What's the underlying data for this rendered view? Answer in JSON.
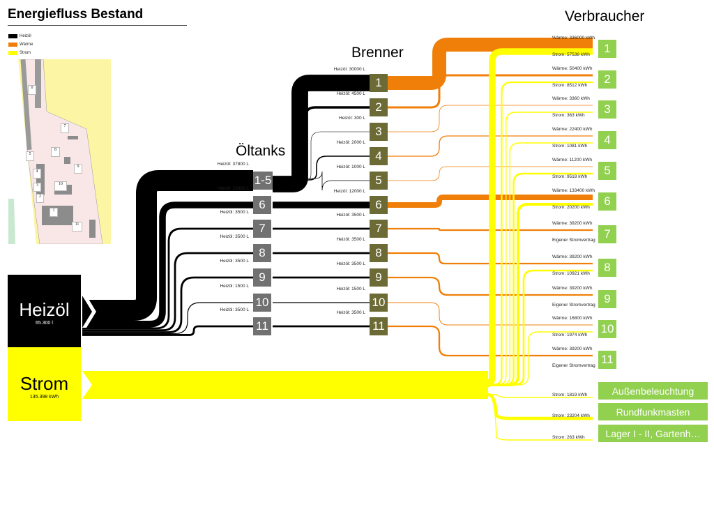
{
  "title": "Energiefluss Bestand",
  "legend": [
    {
      "label": "Heizöl",
      "color": "#000000"
    },
    {
      "label": "Wärme",
      "color": "#f07f09"
    },
    {
      "label": "Strom",
      "color": "#ffff00"
    }
  ],
  "colors": {
    "heizoel": "#000000",
    "waerme": "#f07f09",
    "strom": "#ffff00",
    "tank": "#717171",
    "burner": "#6d6b35",
    "consumer": "#92d050"
  },
  "map": {
    "labels": [
      "0",
      "7",
      "8",
      "5",
      "9",
      "4",
      "10",
      "3",
      "2",
      "1",
      "11"
    ]
  },
  "sections": {
    "oeltanks": "Öltanks",
    "brenner": "Brenner",
    "verbraucher": "Verbraucher"
  },
  "sources": {
    "heizoel": {
      "name": "Heizöl",
      "value": "65.300 l"
    },
    "strom": {
      "name": "Strom",
      "value": "135.398 kWh"
    }
  },
  "tanks": [
    {
      "id": "1-5",
      "label": "Heizöl: 37800 L",
      "liters": 37800
    },
    {
      "id": "6",
      "label": "Heizöl: 12000 L",
      "liters": 12000
    },
    {
      "id": "7",
      "label": "Heizöl: 3500 L",
      "liters": 3500
    },
    {
      "id": "8",
      "label": "Heizöl: 3500 L",
      "liters": 3500
    },
    {
      "id": "9",
      "label": "Heizöl: 3500 L",
      "liters": 3500
    },
    {
      "id": "10",
      "label": "Heizöl: 1500 L",
      "liters": 1500
    },
    {
      "id": "11",
      "label": "Heizöl: 3500 L",
      "liters": 3500
    }
  ],
  "burners": [
    {
      "id": "1",
      "label": "Heizöl: 30000 L",
      "liters": 30000
    },
    {
      "id": "2",
      "label": "Heizöl: 4500 L",
      "liters": 4500
    },
    {
      "id": "3",
      "label": "Heizöl: 300 L",
      "liters": 300
    },
    {
      "id": "4",
      "label": "Heizöl: 2000 L",
      "liters": 2000
    },
    {
      "id": "5",
      "label": "Heizöl: 1000 L",
      "liters": 1000
    },
    {
      "id": "6",
      "label": "Heizöl: 12000 L",
      "liters": 12000
    },
    {
      "id": "7",
      "label": "Heizöl: 3500 L",
      "liters": 3500
    },
    {
      "id": "8",
      "label": "Heizöl: 3500 L",
      "liters": 3500
    },
    {
      "id": "9",
      "label": "Heizöl: 3500 L",
      "liters": 3500
    },
    {
      "id": "10",
      "label": "Heizöl: 1500 L",
      "liters": 1500
    },
    {
      "id": "11",
      "label": "Heizöl: 3500 L",
      "liters": 3500
    }
  ],
  "consumers": [
    {
      "id": "1",
      "waerme": "Wärme: 336000 kWh",
      "strom": "Strom: 57538 kWh",
      "waerme_kwh": 336000,
      "strom_kwh": 57538
    },
    {
      "id": "2",
      "waerme": "Wärme: 50400 kWh",
      "strom": "Strom: 8512 kWh",
      "waerme_kwh": 50400,
      "strom_kwh": 8512
    },
    {
      "id": "3",
      "waerme": "Wärme: 3360 kWh",
      "strom": "Strom: 363 kWh",
      "waerme_kwh": 3360,
      "strom_kwh": 363
    },
    {
      "id": "4",
      "waerme": "Wärme: 22400 kWh",
      "strom": "Strom: 1081 kWh",
      "waerme_kwh": 22400,
      "strom_kwh": 1081
    },
    {
      "id": "5",
      "waerme": "Wärme: 11200 kWh",
      "strom": "Strom: 9518 kWh",
      "waerme_kwh": 11200,
      "strom_kwh": 9518
    },
    {
      "id": "6",
      "waerme": "Wärme: 133400 kWh",
      "strom": "Strom: 20200 kWh",
      "waerme_kwh": 133400,
      "strom_kwh": 20200
    },
    {
      "id": "7",
      "waerme": "Wärme: 39200 kWh",
      "strom": "Eigener Stromvertrag",
      "waerme_kwh": 39200,
      "strom_kwh": 0
    },
    {
      "id": "8",
      "waerme": "Wärme: 39200 kWh",
      "strom": "Strom: 10921 kWh",
      "waerme_kwh": 39200,
      "strom_kwh": 10921
    },
    {
      "id": "9",
      "waerme": "Wärme: 39200 kWh",
      "strom": "Eigener Stromvertrag",
      "waerme_kwh": 39200,
      "strom_kwh": 0
    },
    {
      "id": "10",
      "waerme": "Wärme: 16800 kWh",
      "strom": "Strom: 1974 kWh",
      "waerme_kwh": 16800,
      "strom_kwh": 1974
    },
    {
      "id": "11",
      "waerme": "Wärme: 39200 kWh",
      "strom": "Eigener Stromvertrag",
      "waerme_kwh": 39200,
      "strom_kwh": 0
    }
  ],
  "other_consumers": [
    {
      "name": "Außenbeleuchtung",
      "strom": "Strom: 1819 kWh",
      "strom_kwh": 1819
    },
    {
      "name": "Rundfunkmasten",
      "strom": "Strom: 23204 kWh",
      "strom_kwh": 23204
    },
    {
      "name": "Lager I - II, Gartenh…",
      "strom": "Strom: 263 kWh",
      "strom_kwh": 263
    }
  ]
}
